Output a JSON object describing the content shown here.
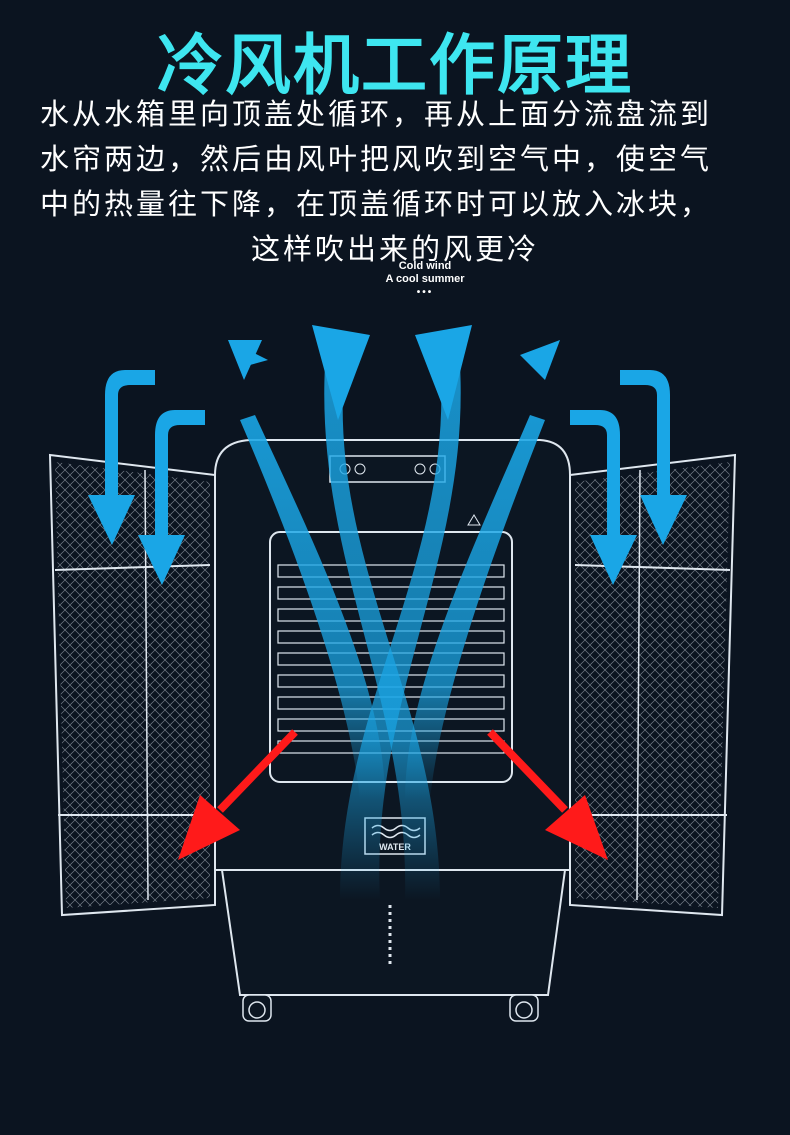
{
  "title": "冷风机工作原理",
  "description": {
    "line1": "水从水箱里向顶盖处循环，再从上面分流盘流到",
    "line2": "水帘两边，然后由风叶把风吹到空气中，使空气",
    "line3": "中的热量往下降，在顶盖循环时可以放入冰块，",
    "line4": "这样吹出来的风更冷"
  },
  "tagline": {
    "line1": "Cold wind",
    "line2": "A  cool summer",
    "dots": "•••"
  },
  "device": {
    "water_label": "WATER"
  },
  "colors": {
    "background": "#0b1420",
    "title": "#3ee6f0",
    "cool_air_arrow": "#1aa6e6",
    "hot_air_arrow": "#ff1a1a",
    "outline": "#dfe7ef"
  }
}
